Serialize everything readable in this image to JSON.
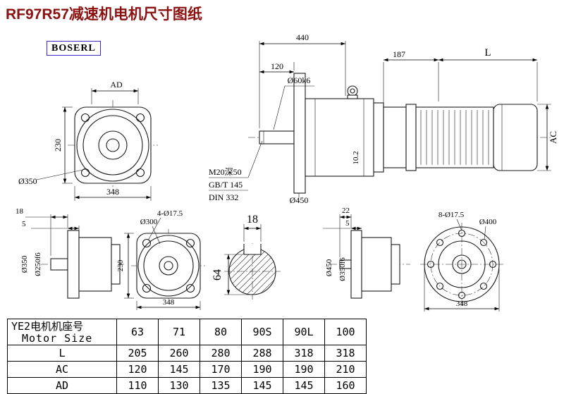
{
  "title": "RF97R57减速机电机尺寸图纸",
  "brand": "BOSERL",
  "colors": {
    "title": "#8b1111",
    "logo_border": "#3b2bd1",
    "line": "#1a1a1a"
  },
  "front_view": {
    "ad": "AD",
    "height": "230",
    "width": "348",
    "outer_dia": "Ø350"
  },
  "side_view": {
    "overall": "440",
    "shaft_len": "120",
    "shaft_dia": "Ø60k6",
    "motor_front": "187",
    "motor_len": "L",
    "motor_height": "AC",
    "key_depth": "10.2",
    "tap_note": "M20深50",
    "std_note1": "GB/T 145",
    "std_note2": "DIN 332",
    "flange_dia": "Ø450"
  },
  "flange_side_a": {
    "len18": "18",
    "len5": "5",
    "dia_outer": "Ø350",
    "dia_spigot": "Ø250f6"
  },
  "flange_front_b": {
    "holes": "4-Ø17.5",
    "bolt_circle": "Ø300",
    "height": "230",
    "width": "348"
  },
  "key_section": {
    "key_width": "18",
    "key_height": "64"
  },
  "flange_side_c": {
    "len22": "22",
    "len5": "5",
    "dia_outer": "Ø450",
    "dia_spigot": "Ø350f6"
  },
  "flange_front_d": {
    "holes": "8-Ø17.5",
    "bolt_circle": "Ø400",
    "width": "348"
  },
  "table": {
    "header_cn": "YE2电机机座号",
    "header_en": "Motor Size",
    "sizes": [
      "63",
      "71",
      "80",
      "90S",
      "90L",
      "100"
    ],
    "rows": [
      {
        "label": "L",
        "values": [
          "205",
          "260",
          "280",
          "288",
          "318",
          "318"
        ]
      },
      {
        "label": "AC",
        "values": [
          "120",
          "145",
          "170",
          "190",
          "190",
          "210"
        ]
      },
      {
        "label": "AD",
        "values": [
          "110",
          "130",
          "135",
          "145",
          "145",
          "160"
        ]
      }
    ]
  }
}
